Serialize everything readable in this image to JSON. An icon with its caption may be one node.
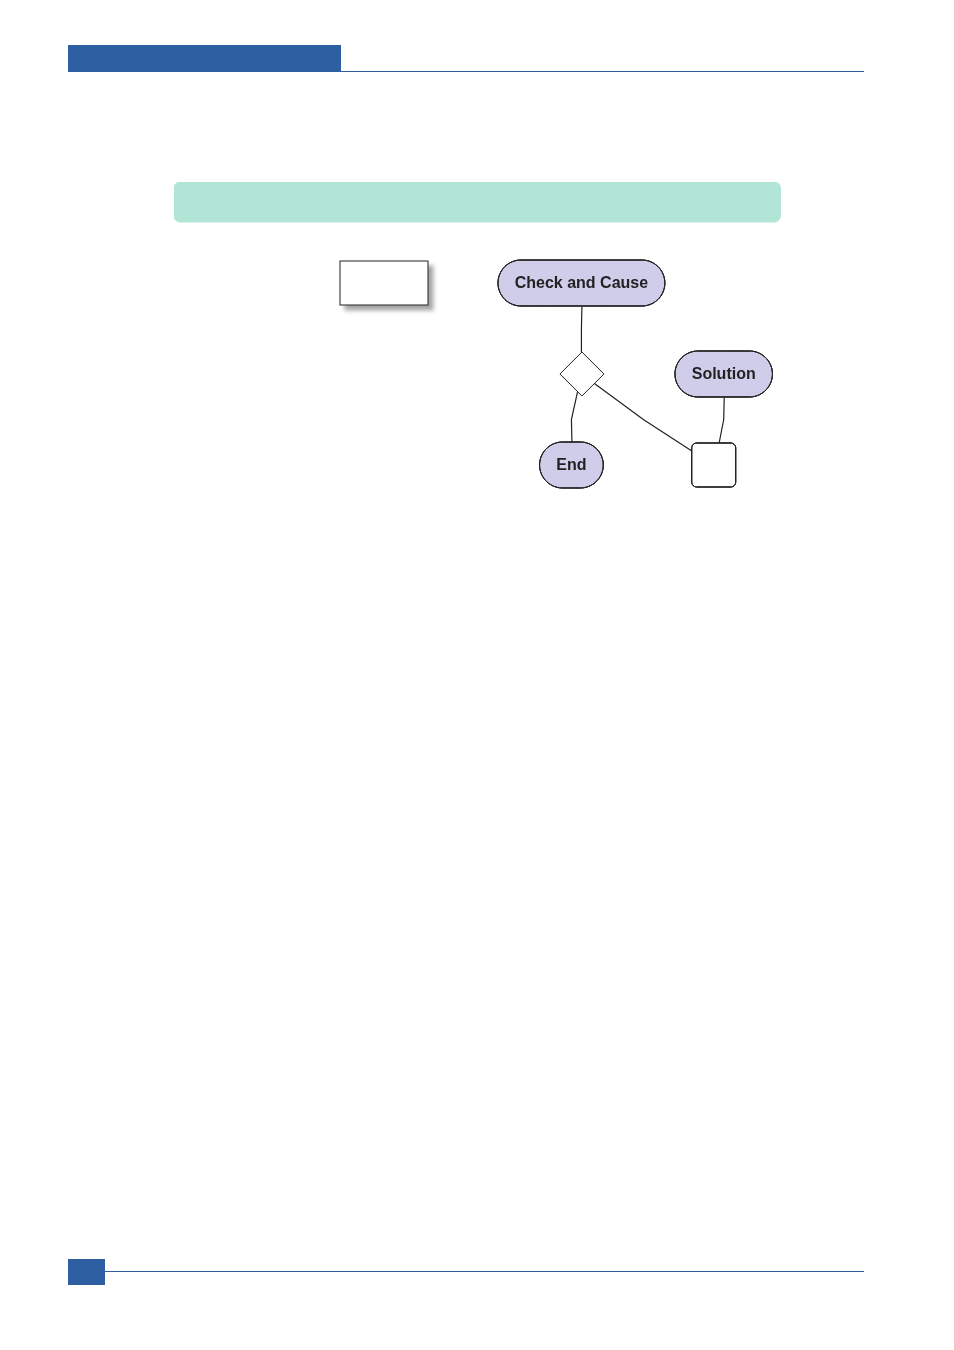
{
  "diagram": {
    "nodes": [
      {
        "text": [],
        "shape": "bar"
      },
      {
        "text": [],
        "shape": "box"
      },
      {
        "text": [
          "Check and Cause"
        ]
      },
      {
        "text": [
          "Solution"
        ]
      },
      {
        "text": [],
        "shape": "diamond"
      },
      {
        "text": [],
        "shape": "box"
      },
      {
        "text": [
          "End"
        ]
      }
    ],
    "edges": [
      {
        "from": 2,
        "to": 4,
        "arrow": "none"
      },
      {
        "from": 4,
        "to": 6,
        "arrow": "none"
      },
      {
        "from": 4,
        "to": 5,
        "arrow": "none"
      },
      {
        "from": 3,
        "to": 5,
        "arrow": "none"
      }
    ]
  }
}
